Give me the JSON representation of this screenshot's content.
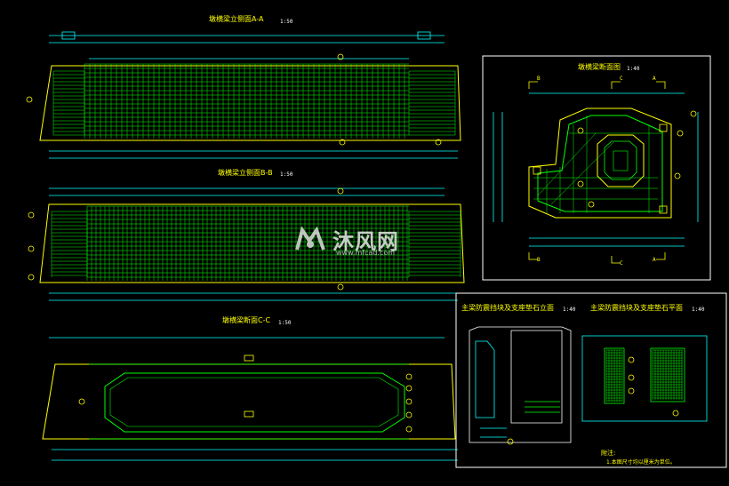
{
  "drawing": {
    "view_a_title": "墩横梁立侧面A-A",
    "view_a_scale": "1:50",
    "view_b_title": "墩横梁立侧面B-B",
    "view_b_scale": "1:50",
    "view_c_title": "墩横梁断面C-C",
    "view_c_scale": "1:50",
    "plan_title": "墩横梁断面图",
    "plan_scale": "1:40",
    "detail_elev_title": "主梁防震挡块及支座垫石立面",
    "detail_elev_scale": "1:40",
    "detail_plan_title": "主梁防震挡块及支座垫石平面",
    "detail_plan_scale": "1:40",
    "note_heading": "附注:",
    "note_text": "1.本图尺寸均以厘米为单位。",
    "section_marks": [
      "B",
      "C",
      "A",
      "B",
      "C",
      "A"
    ]
  },
  "watermark": {
    "text": "沐风网",
    "url": "www.mfcad.com"
  },
  "colors": {
    "background": "#000000",
    "rebar": "#00ff00",
    "outline": "#ffff00",
    "dimension": "#00ffff",
    "frame": "#ffffff"
  }
}
